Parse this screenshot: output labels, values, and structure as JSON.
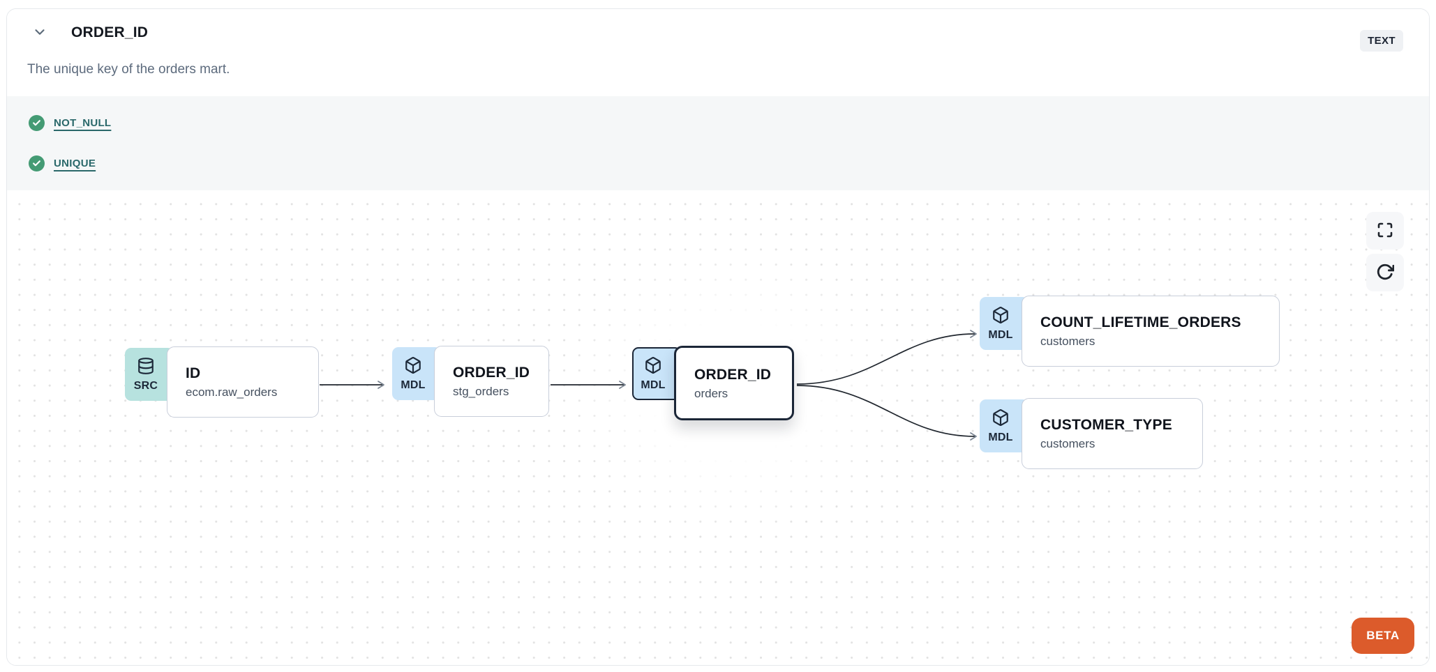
{
  "header": {
    "title": "ORDER_ID",
    "type_badge": "TEXT",
    "description": "The unique key of the orders mart."
  },
  "tests": [
    {
      "label": "NOT_NULL",
      "status": "pass"
    },
    {
      "label": "UNIQUE",
      "status": "pass"
    }
  ],
  "lineage": {
    "nodes": [
      {
        "id": "src-raw-orders",
        "badge": "SRC",
        "icon": "database-icon",
        "title": "ID",
        "subtitle": "ecom.raw_orders",
        "selected": false
      },
      {
        "id": "mdl-stg-orders",
        "badge": "MDL",
        "icon": "cube-icon",
        "title": "ORDER_ID",
        "subtitle": "stg_orders",
        "selected": false
      },
      {
        "id": "mdl-orders",
        "badge": "MDL",
        "icon": "cube-icon",
        "title": "ORDER_ID",
        "subtitle": "orders",
        "selected": true
      },
      {
        "id": "mdl-count-lifetime-orders",
        "badge": "MDL",
        "icon": "cube-icon",
        "title": "COUNT_LIFETIME_ORDERS",
        "subtitle": "customers",
        "selected": false
      },
      {
        "id": "mdl-customer-type",
        "badge": "MDL",
        "icon": "cube-icon",
        "title": "CUSTOMER_TYPE",
        "subtitle": "customers",
        "selected": false
      }
    ],
    "edges": [
      {
        "from": "ID (ecom.raw_orders)",
        "to": "ORDER_ID (stg_orders)"
      },
      {
        "from": "ORDER_ID (stg_orders)",
        "to": "ORDER_ID (orders)"
      },
      {
        "from": "ORDER_ID (orders)",
        "to": "COUNT_LIFETIME_ORDERS (customers)"
      },
      {
        "from": "ORDER_ID (orders)",
        "to": "CUSTOMER_TYPE (customers)"
      }
    ],
    "beta_label": "BETA"
  },
  "colors": {
    "accent_orange": "#dc5b2b",
    "test_pass_green": "#449b74",
    "test_link_teal": "#2a686a",
    "badge_source_teal": "#b7e2df",
    "badge_model_blue": "#c9e4f9",
    "selected_border": "#1b2637",
    "edge": "#20262e"
  }
}
